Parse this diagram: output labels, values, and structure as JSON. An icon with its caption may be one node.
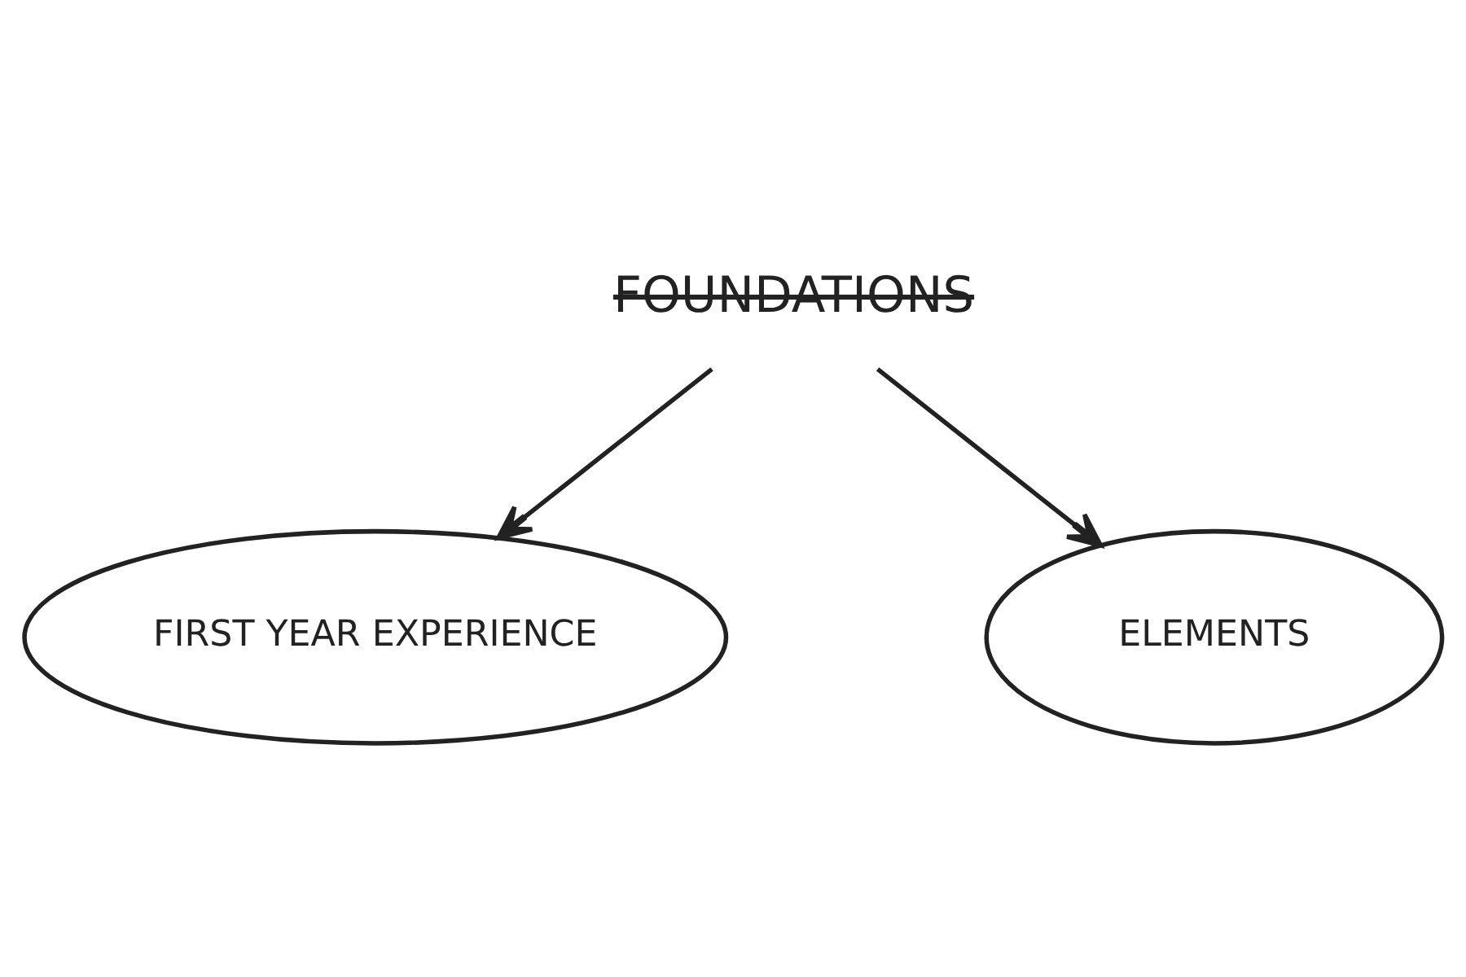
{
  "diagram": {
    "nodes": [
      {
        "text": [
          "FOUNDATIONS"
        ]
      },
      {
        "text": [
          "FIRST YEAR EXPERIENCE"
        ]
      },
      {
        "text": [
          "ELEMENTS"
        ]
      }
    ],
    "edges": [
      {
        "from": 0,
        "to": 1,
        "arrow": "to"
      },
      {
        "from": 0,
        "to": 2,
        "arrow": "to"
      }
    ]
  }
}
